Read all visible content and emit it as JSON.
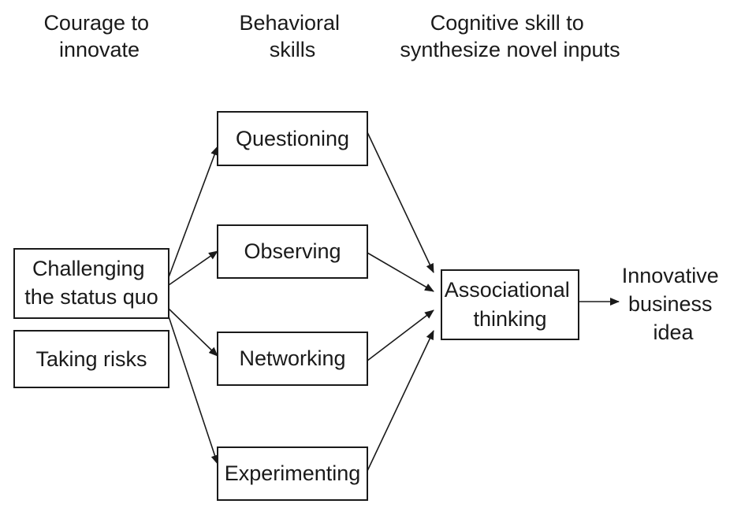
{
  "headers": {
    "courage": [
      "Courage to",
      "innovate"
    ],
    "behavioral": [
      "Behavioral",
      "skills"
    ],
    "cognitive": [
      "Cognitive skill to",
      "synthesize novel inputs"
    ]
  },
  "nodes": {
    "challenging": [
      "Challenging",
      "the status quo"
    ],
    "risks": [
      "Taking risks"
    ],
    "questioning": [
      "Questioning"
    ],
    "observing": [
      "Observing"
    ],
    "networking": [
      "Networking"
    ],
    "experimenting": [
      "Experimenting"
    ],
    "associational": [
      "Associational",
      "thinking"
    ],
    "outcome": [
      "Innovative",
      "business",
      "idea"
    ]
  },
  "edges": [
    {
      "from": "challenging",
      "to": "questioning"
    },
    {
      "from": "challenging",
      "to": "observing"
    },
    {
      "from": "challenging",
      "to": "networking"
    },
    {
      "from": "challenging",
      "to": "experimenting"
    },
    {
      "from": "questioning",
      "to": "associational"
    },
    {
      "from": "observing",
      "to": "associational"
    },
    {
      "from": "networking",
      "to": "associational"
    },
    {
      "from": "experimenting",
      "to": "associational"
    },
    {
      "from": "associational",
      "to": "outcome"
    }
  ]
}
